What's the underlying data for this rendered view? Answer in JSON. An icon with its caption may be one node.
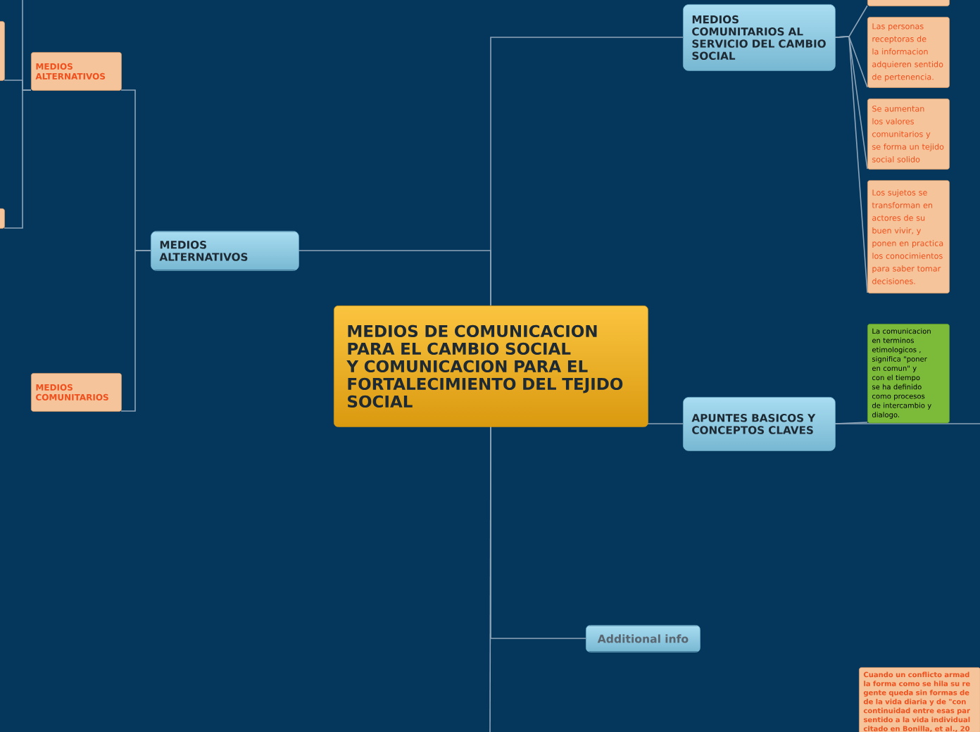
{
  "diagram": {
    "nodes": [
      {
        "text": [
          "MEDIOS DE COMUNICACION PARA EL CAMBIO SOCIAL Y COMUNICACION PARA EL FORTALECIMIENTO DEL TEJIDO SOCIAL"
        ]
      },
      {
        "text": [
          "MEDIOS COMUNITARIOS AL SERVICIO DEL CAMBIO SOCIAL"
        ]
      },
      {
        "text": [],
        "shape": "box"
      },
      {
        "text": [
          "Las personas receptoras de la informacion adquieren sentido de pertenencia."
        ]
      },
      {
        "text": [
          "Se aumentan los valores comunitarios y se forma un tejido social solido"
        ]
      },
      {
        "text": [
          "Los sujetos se transforman en actores de su buen vivir, y ponen en practica los conocimientos para saber tomar decisiones."
        ]
      },
      {
        "text": [
          "MEDIOS ALTERNATIVOS"
        ]
      },
      {
        "text": [
          "MEDIOS ALTERNATIVOS"
        ]
      },
      {
        "text": [],
        "shape": "box"
      },
      {
        "text": [],
        "shape": "box"
      },
      {
        "text": [
          "MEDIOS COMUNITARIOS"
        ]
      },
      {
        "text": [
          "APUNTES BASICOS Y CONCEPTOS CLAVES"
        ]
      },
      {
        "text": [
          "La comunicacion en terminos etimologicos , significa \"poner en comun\" y con el tiempo se ha definido como procesos de intercambio y dialogo."
        ]
      },
      {
        "text": [
          "Additional info"
        ]
      },
      {
        "text": [
          "Cuando un conflicto armad la forma como se hila su re gente queda sin formas de de la vida diaria y de \"con continuidad entre esas par sentido a la vida individual citado en Bonilla, et al., 20"
        ]
      }
    ],
    "edges": [
      {
        "from": 0,
        "to": 1,
        "arrow": "none"
      },
      {
        "from": 0,
        "to": 6,
        "arrow": "none"
      },
      {
        "from": 0,
        "to": 11,
        "arrow": "none"
      },
      {
        "from": 0,
        "to": 13,
        "arrow": "none"
      },
      {
        "from": 0,
        "to": null,
        "arrow": "none"
      },
      {
        "from": 1,
        "to": 2,
        "arrow": "none"
      },
      {
        "from": 1,
        "to": 3,
        "arrow": "none"
      },
      {
        "from": 1,
        "to": 4,
        "arrow": "none"
      },
      {
        "from": 1,
        "to": 5,
        "arrow": "none"
      },
      {
        "from": 6,
        "to": 7,
        "arrow": "none"
      },
      {
        "from": 6,
        "to": 10,
        "arrow": "none"
      },
      {
        "from": 7,
        "to": 8,
        "arrow": "none"
      },
      {
        "from": 7,
        "to": 9,
        "arrow": "none"
      },
      {
        "from": 7,
        "to": null,
        "arrow": "none"
      },
      {
        "from": 11,
        "to": 12,
        "arrow": "none"
      },
      {
        "from": 11,
        "to": null,
        "arrow": "none"
      }
    ]
  }
}
